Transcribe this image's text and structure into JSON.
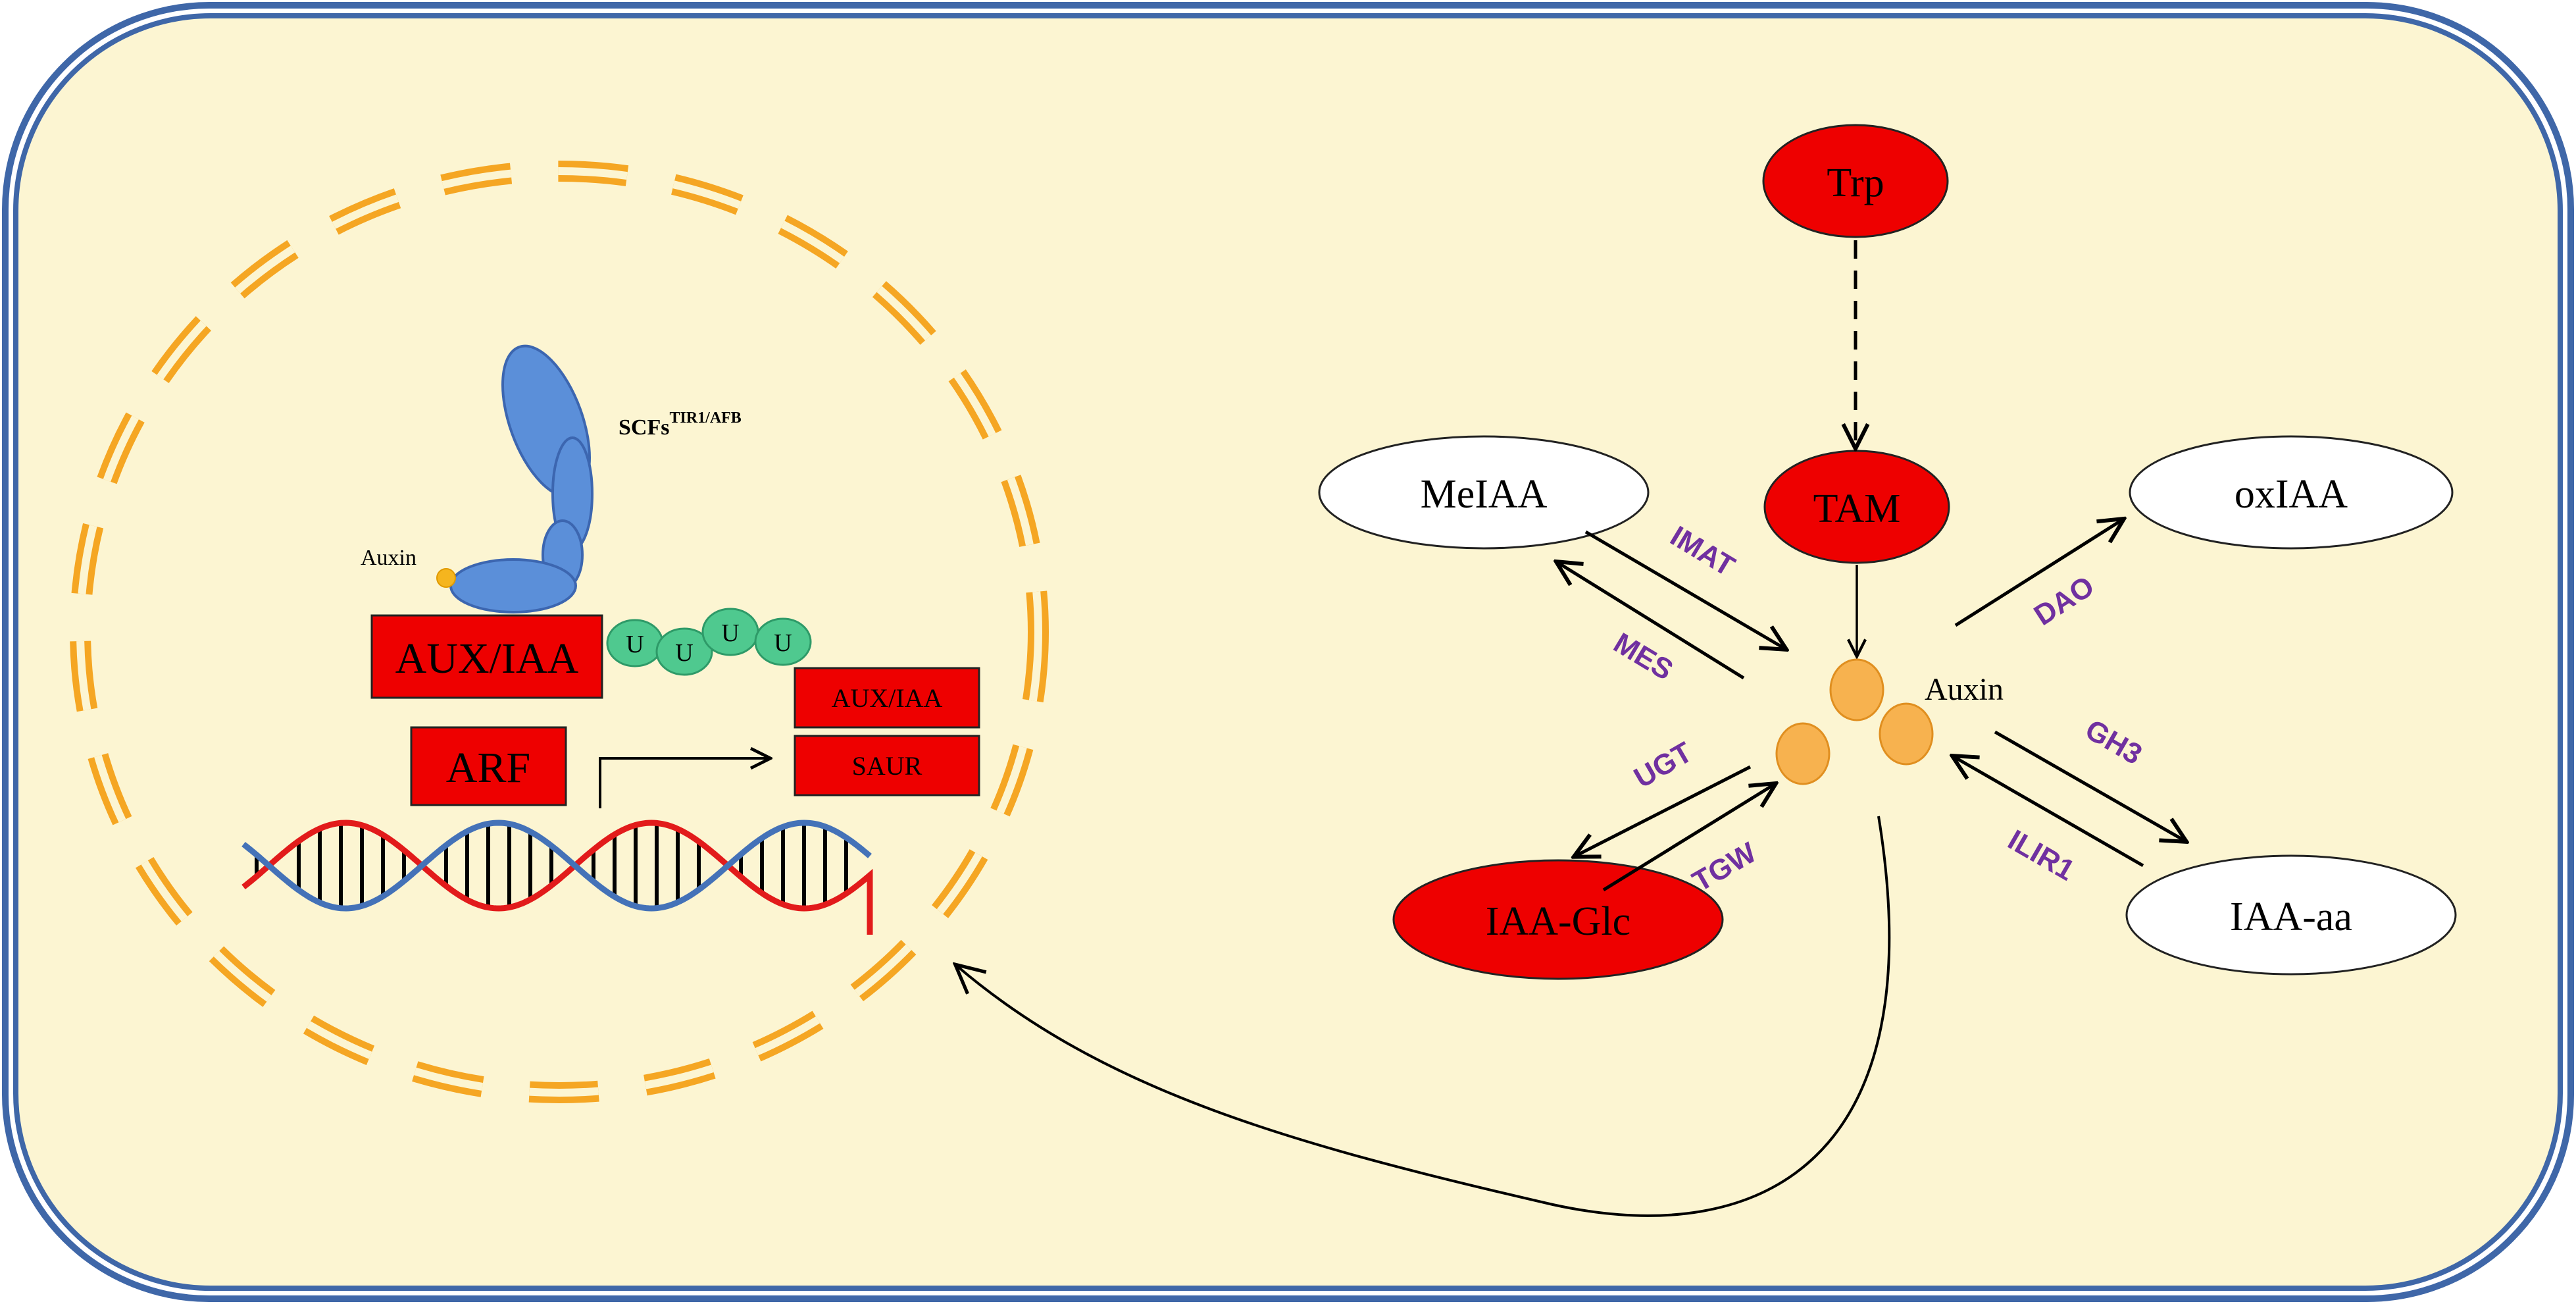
{
  "colors": {
    "background": "#fcf5d2",
    "cell_border": "#3f67a8",
    "nucleus_dash": "#f5a623",
    "red_node": "#ee0000",
    "enzyme_text": "#7030a0",
    "receptor_blue": "#5b8fd9",
    "ubiquitin_green": "#4fc98f",
    "auxin_orange": "#f7b24f",
    "dna_red": "#e21b1b",
    "dna_blue": "#4472b8"
  },
  "nucleus": {
    "receptor_label": "SCFs",
    "receptor_superscript": "TIR1/AFB",
    "auxin_label": "Auxin",
    "ubiquitin_letters": [
      "U",
      "U",
      "U",
      "U"
    ],
    "aux_iaa_repressor": "AUX/IAA",
    "arf": "ARF",
    "target_genes": [
      "AUX/IAA",
      "SAUR"
    ]
  },
  "pathway": {
    "nodes": {
      "trp": "Trp",
      "tam": "TAM",
      "meiaa": "MeIAA",
      "oxiaa": "oxIAA",
      "iaa_glc": "IAA-Glc",
      "iaa_aa": "IAA-aa",
      "auxin_pool": "Auxin"
    },
    "enzymes": {
      "imat": "IMAT",
      "mes": "MES",
      "dao": "DAO",
      "ugt": "UGT",
      "tgw": "TGW",
      "gh3": "GH3",
      "ilir1": "ILIR1"
    }
  }
}
